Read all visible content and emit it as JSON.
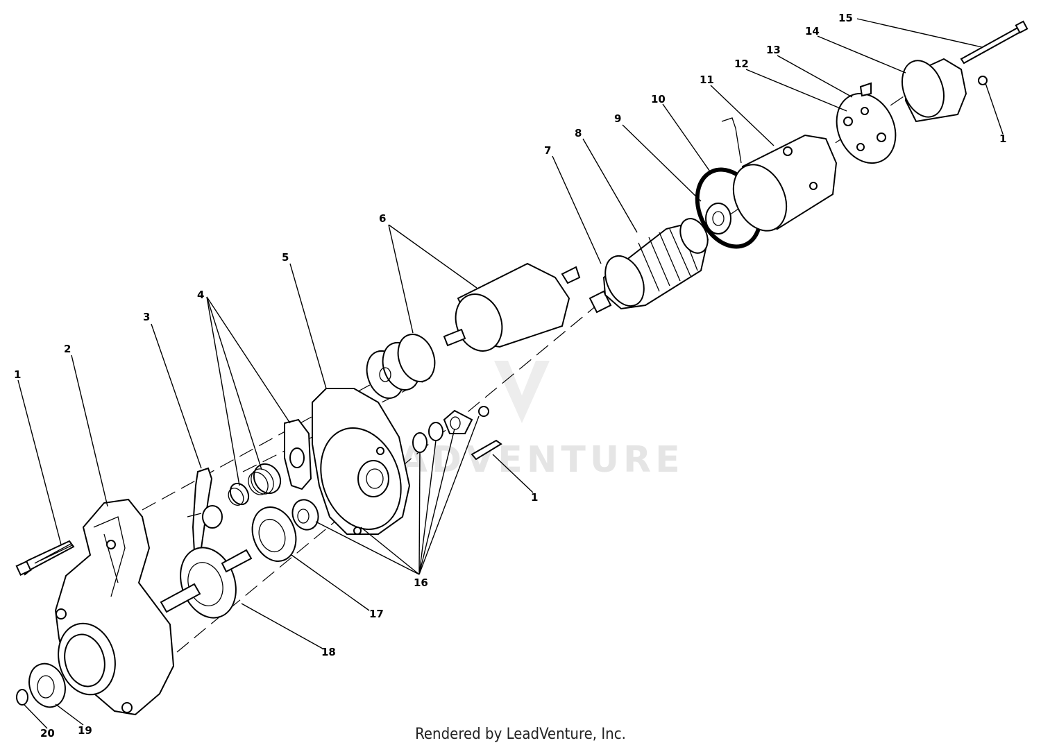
{
  "diagram": {
    "callouts": [
      {
        "id": "c1a",
        "text": "1"
      },
      {
        "id": "c2",
        "text": "2"
      },
      {
        "id": "c3",
        "text": "3"
      },
      {
        "id": "c4",
        "text": "4"
      },
      {
        "id": "c5",
        "text": "5"
      },
      {
        "id": "c6",
        "text": "6"
      },
      {
        "id": "c7",
        "text": "7"
      },
      {
        "id": "c8",
        "text": "8"
      },
      {
        "id": "c9",
        "text": "9"
      },
      {
        "id": "c10",
        "text": "10"
      },
      {
        "id": "c11",
        "text": "11"
      },
      {
        "id": "c12",
        "text": "12"
      },
      {
        "id": "c13",
        "text": "13"
      },
      {
        "id": "c14",
        "text": "14"
      },
      {
        "id": "c15",
        "text": "15"
      },
      {
        "id": "c1b",
        "text": "1"
      },
      {
        "id": "c1c",
        "text": "1"
      },
      {
        "id": "c16",
        "text": "16"
      },
      {
        "id": "c17",
        "text": "17"
      },
      {
        "id": "c18",
        "text": "18"
      },
      {
        "id": "c19",
        "text": "19"
      },
      {
        "id": "c20",
        "text": "20"
      }
    ],
    "watermark": "LEADVENTURE"
  },
  "footer": {
    "text": "Rendered by LeadVenture, Inc."
  }
}
